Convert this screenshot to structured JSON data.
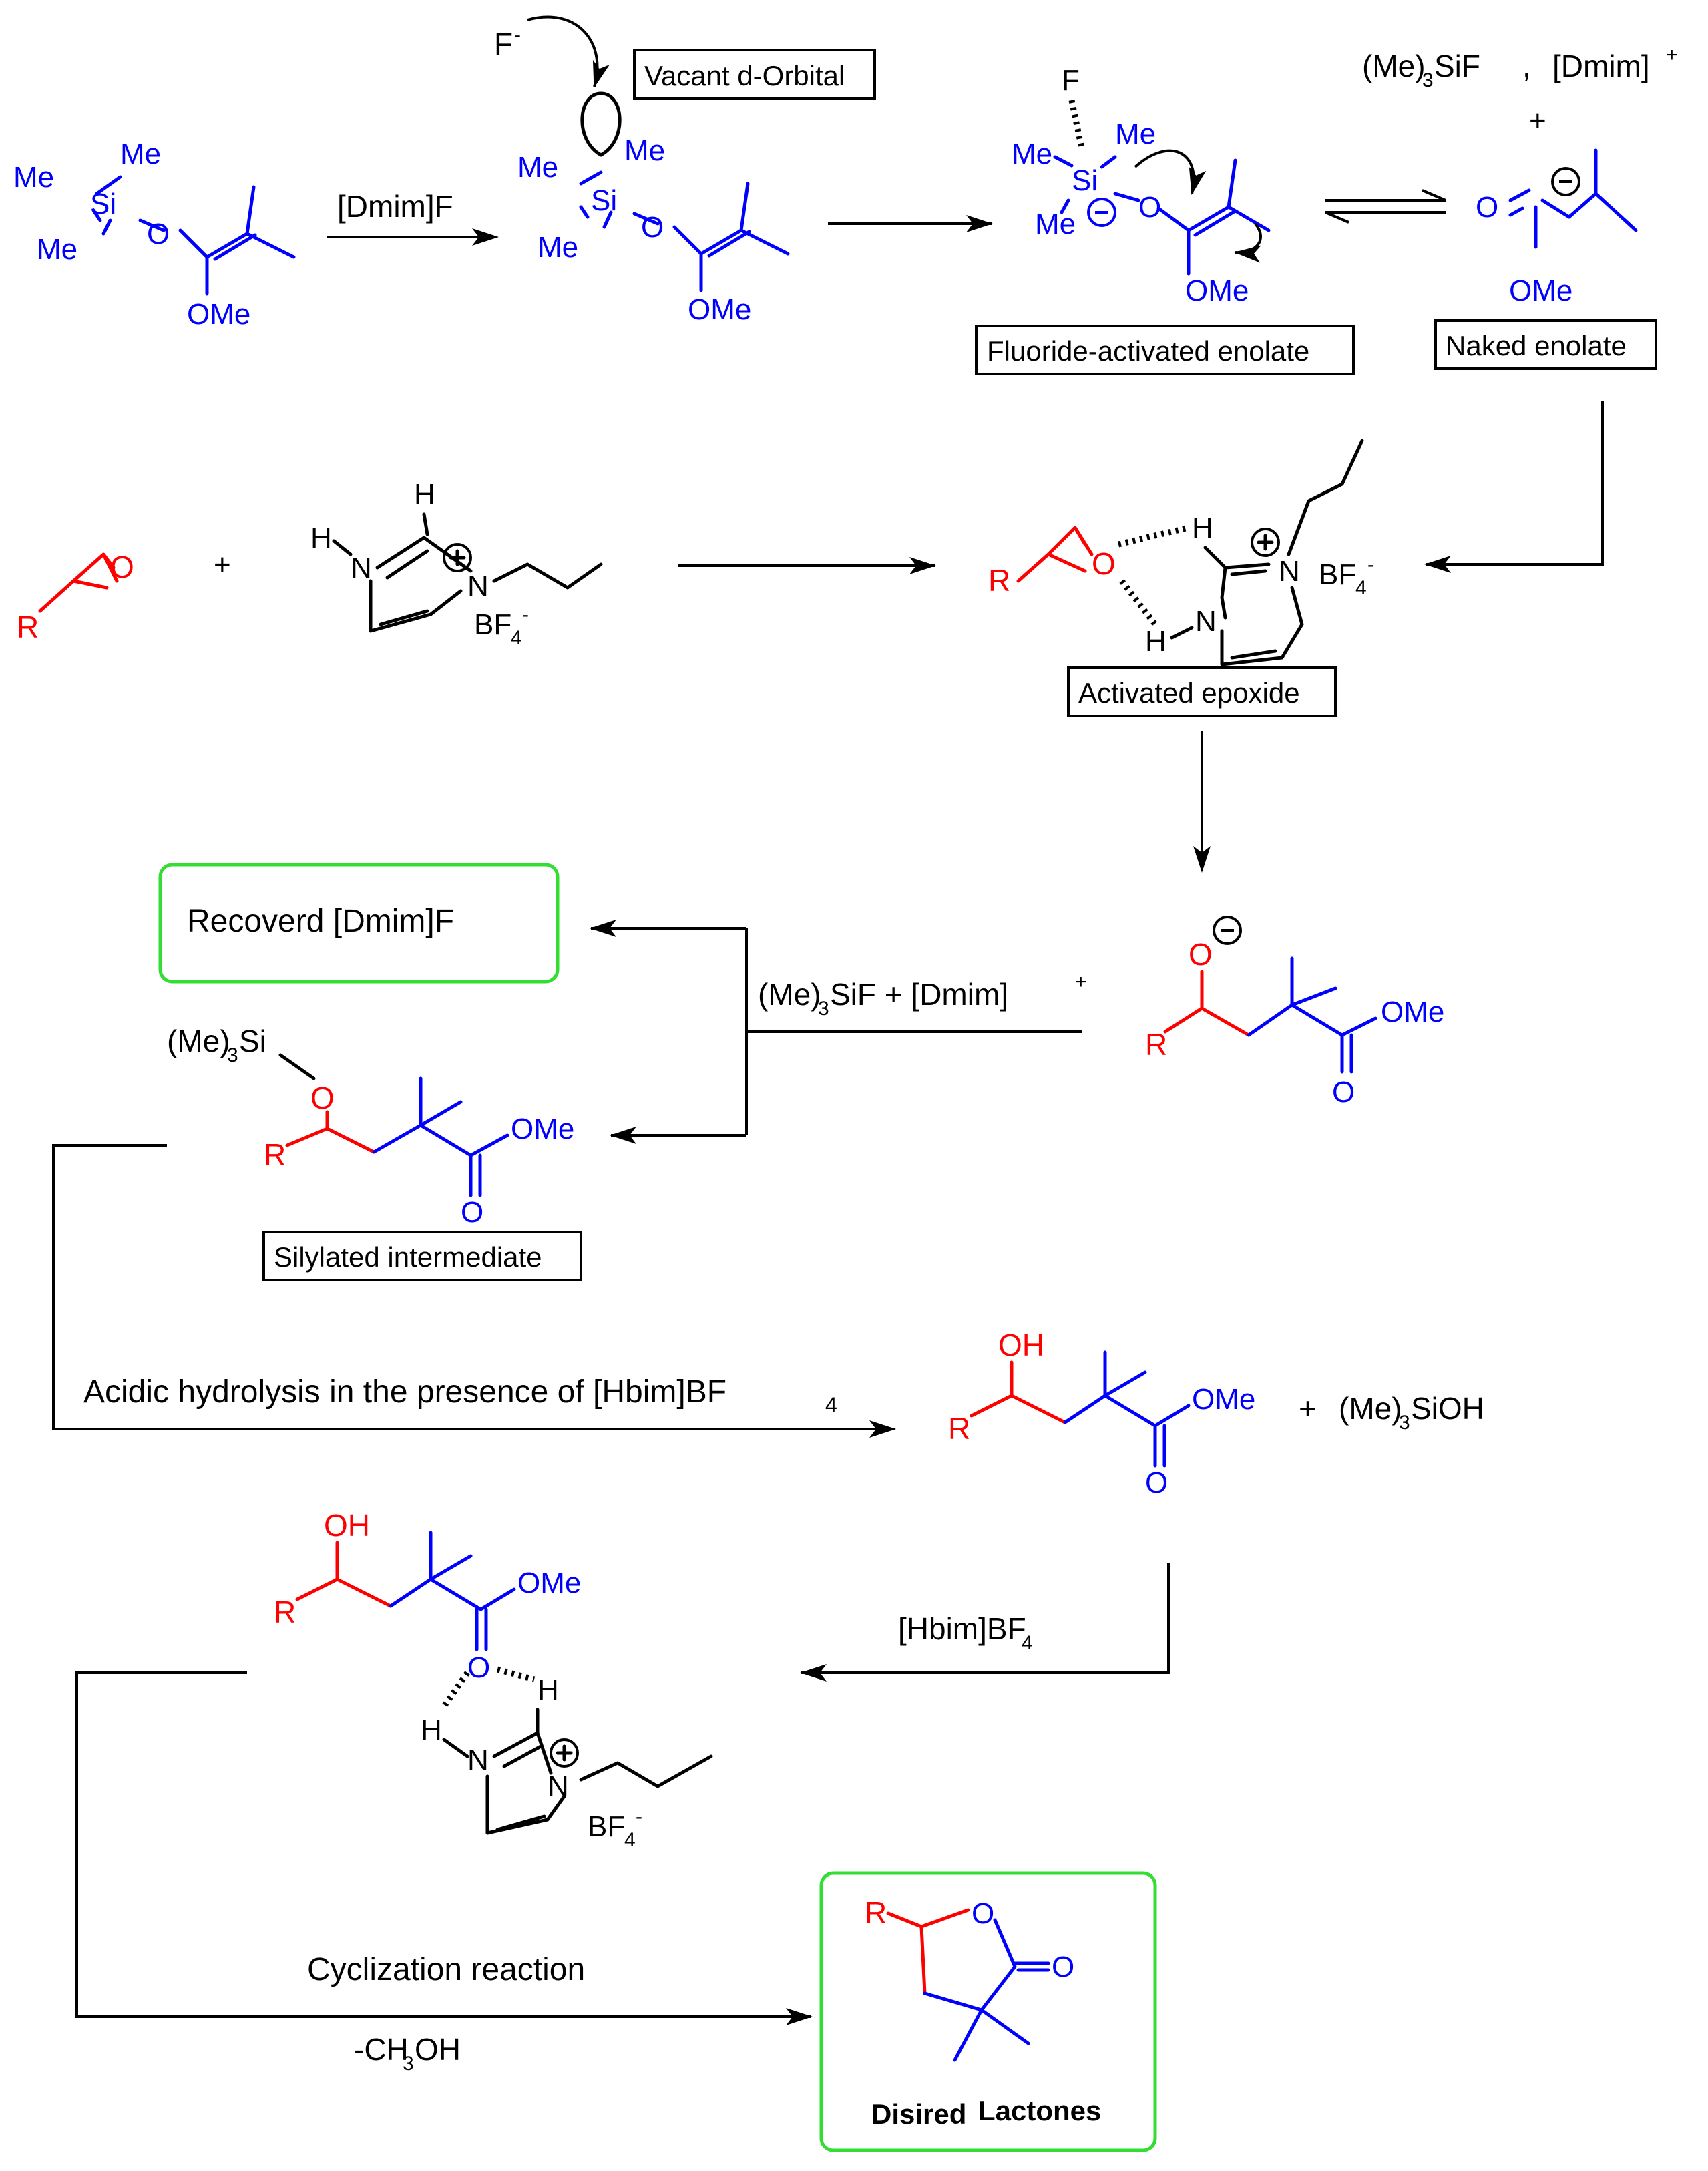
{
  "labels": {
    "vacant_d_orbital": "Vacant d-Orbital",
    "fluoride_activated_enolate": "Fluoride-activated enolate",
    "naked_enolate": "Naked enolate",
    "activated_epoxide": "Activated epoxide",
    "recovered_catalyst": "Recoverd   [Dmim]F",
    "silylated_intermediate": "Silylated intermediate",
    "desired_lactones_1": "Disired",
    "desired_lactones_2": "Lactones"
  },
  "reagents": {
    "fluoride": "F",
    "fluoride_charge": "-",
    "dmimf": "[Dmim]F",
    "me3sif_a": "(Me)",
    "me3sif_sub": "3",
    "me3sif_b": "SiF",
    "comma": ",",
    "dmim_cation": "[Dmim]",
    "dmim_charge": "+",
    "plus": "+",
    "byproduct_a": "(Me)",
    "byproduct_sub": "3",
    "byproduct_b": "SiF  + [Dmim]",
    "byproduct_charge": "+",
    "hydrolysis_text": "Acidic hydrolysis in the presence of [Hbim]BF",
    "hydrolysis_sub": "4",
    "silanol_a": "(Me)",
    "silanol_sub": "3",
    "silanol_b": "SiOH",
    "hbim_a": "[Hbim]BF",
    "hbim_sub": "4",
    "cyclization": "Cyclization reaction",
    "methanol_a": "-CH",
    "methanol_sub": "3",
    "methanol_b": "OH"
  },
  "atoms": {
    "me": "Me",
    "si": "Si",
    "o": "O",
    "ome": "OMe",
    "oh": "OH",
    "r": "R",
    "h": "H",
    "n": "N",
    "f": "F",
    "bf4": "BF",
    "bf4_sub": "4",
    "bf4_charge": "-",
    "me3si_a": "(Me)",
    "me3si_sub": "3",
    "me3si_b": "Si"
  },
  "colors": {
    "reagent_blue": "#0000ff",
    "epoxide_red": "#ff0000",
    "product_box_green": "#33dd33",
    "arrows_black": "#000000"
  }
}
